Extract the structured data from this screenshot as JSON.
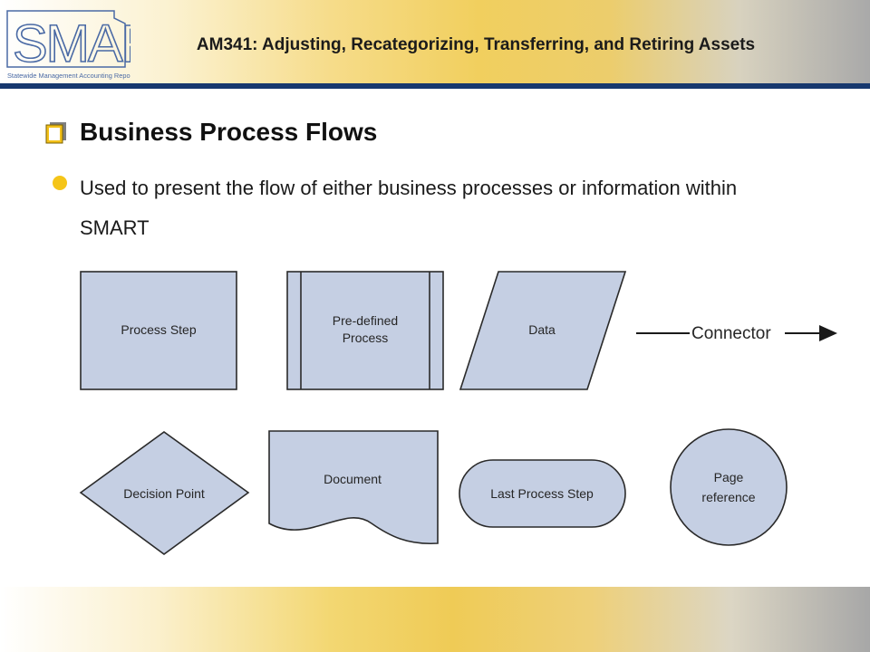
{
  "header": {
    "title": "AM341: Adjusting, Recategorizing, Transferring, and Retiring Assets",
    "logo": {
      "wordmark": "SMART",
      "tagline": "Statewide Management Accounting Reporting Tool"
    }
  },
  "section": {
    "heading": "Business Process Flows"
  },
  "bullets": [
    "Used to present the flow of either business processes or information within SMART"
  ],
  "shapes": {
    "process_step": "Process Step",
    "predefined_line1": "Pre-defined",
    "predefined_line2": "Process",
    "data": "Data",
    "connector": "Connector",
    "decision_point": "Decision Point",
    "document": "Document",
    "last_process_step": "Last Process Step",
    "page_reference_line1": "Page",
    "page_reference_line2": "reference"
  },
  "colors": {
    "shape_fill": "#c5cfe3",
    "shape_stroke": "#2a2a2a",
    "header_rule": "#17386e",
    "bullet": "#f5c518",
    "logo_blue": "#4a6aa5"
  }
}
